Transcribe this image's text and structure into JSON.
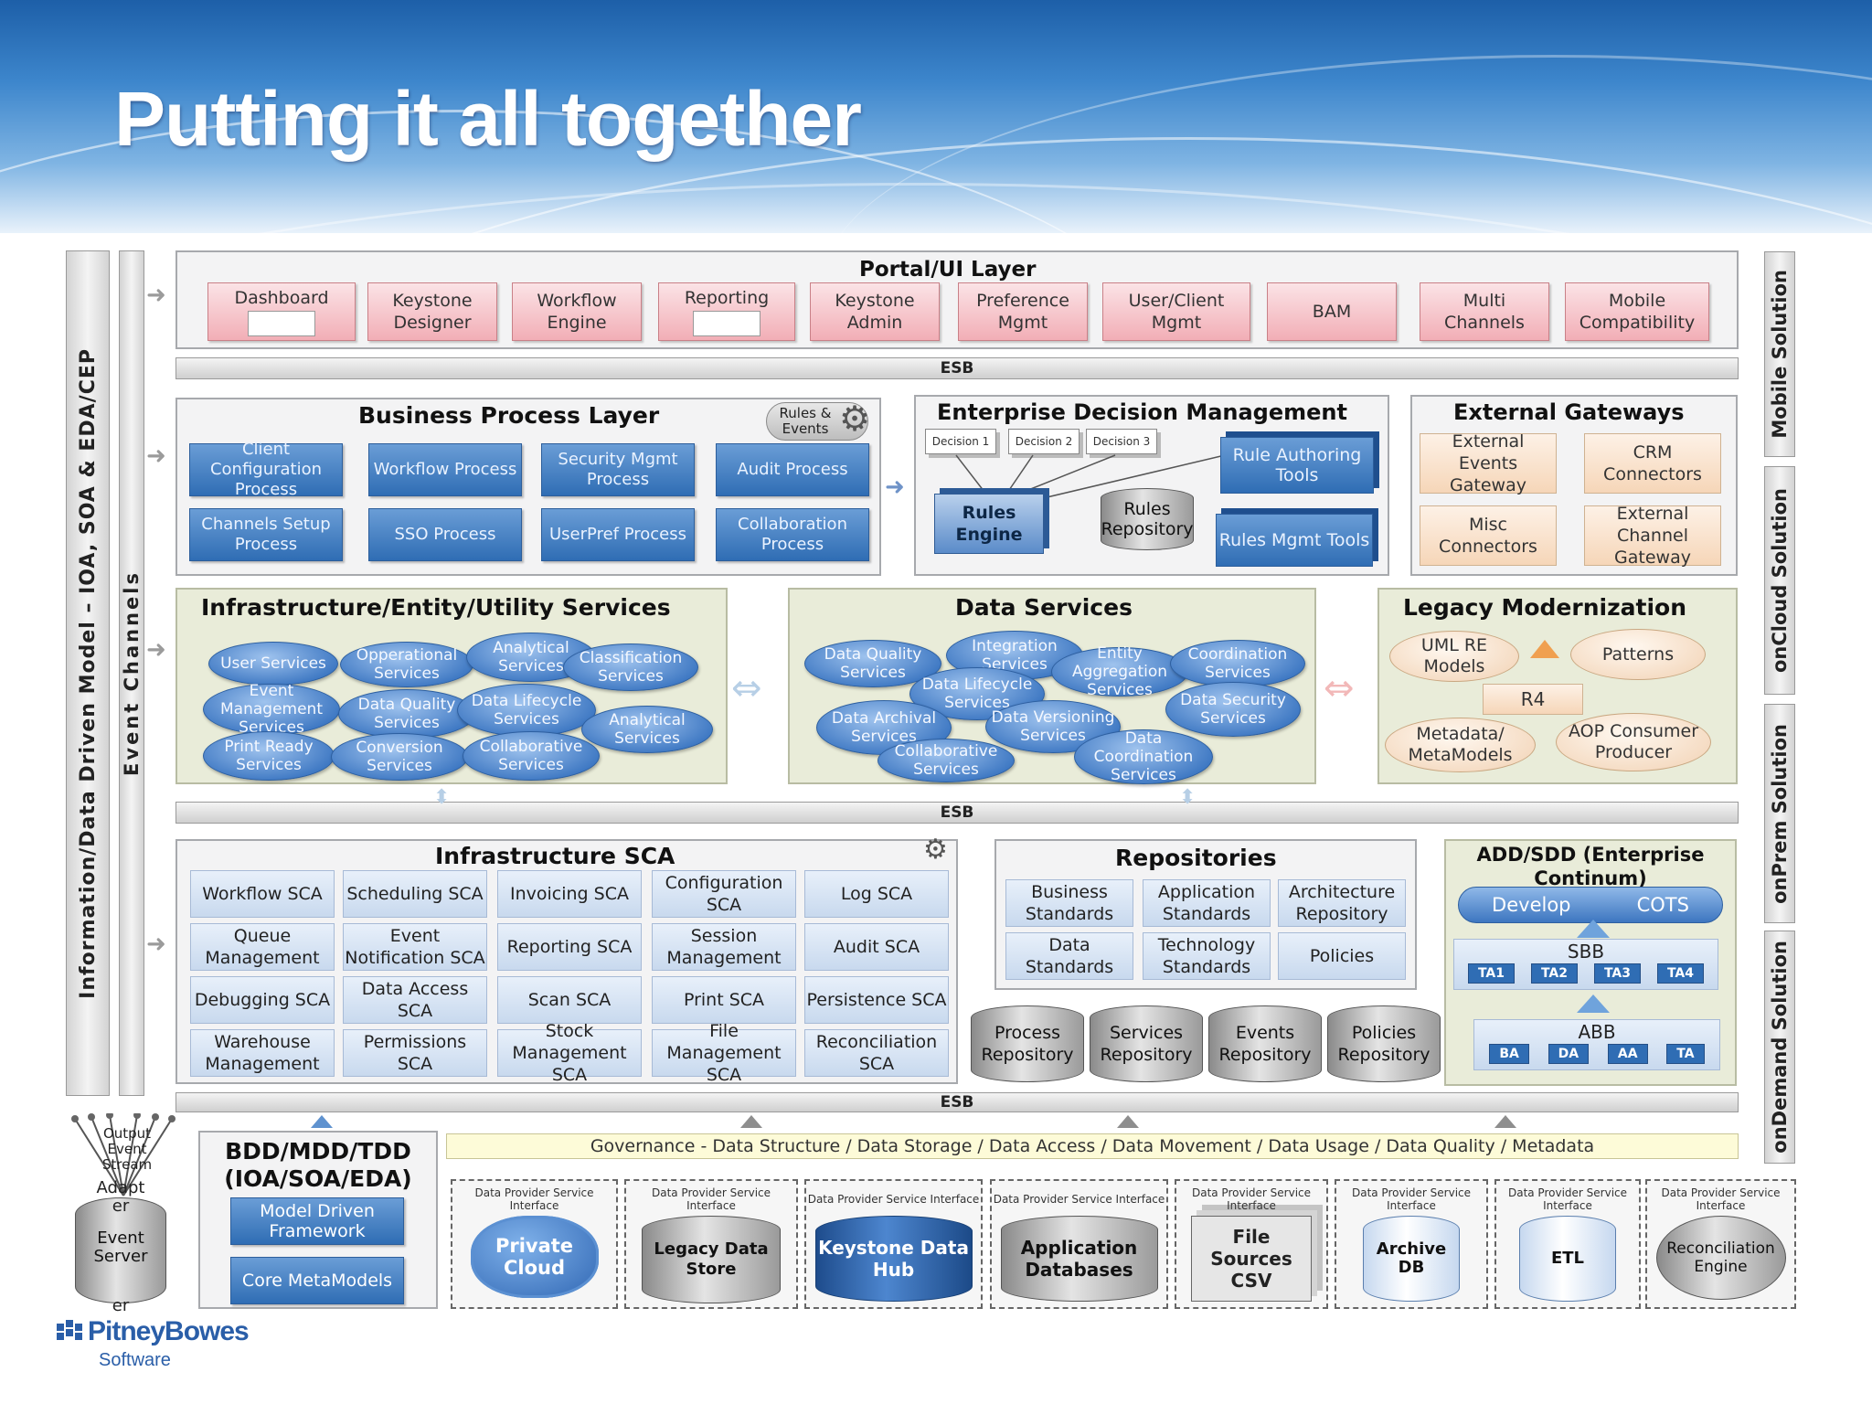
{
  "title": "Putting it all together",
  "left_bars": {
    "outer": "Information/Data Driven Model – IOA, SOA & EDA/CEP",
    "inner": "Event Channels"
  },
  "right_bars": [
    "Mobile Solution",
    "onCloud Solution",
    "onPrem Solution",
    "onDemand Solution"
  ],
  "esb_label": "ESB",
  "portal": {
    "title": "Portal/UI Layer",
    "items": [
      "Dashboard",
      "Keystone Designer",
      "Workflow Engine",
      "Reporting",
      "Keystone Admin",
      "Preference Mgmt",
      "User/Client Mgmt",
      "BAM",
      "Multi Channels",
      "Mobile Compatibility"
    ]
  },
  "bpl": {
    "title": "Business Process Layer",
    "badge": "Rules & Events",
    "items": [
      "Client Configuration Process",
      "Workflow Process",
      "Security Mgmt Process",
      "Audit Process",
      "Channels Setup Process",
      "SSO Process",
      "UserPref Process",
      "Collaboration Process"
    ]
  },
  "edm": {
    "title": "Enterprise Decision Management",
    "decisions": [
      "Decision 1",
      "Decision 2",
      "Decision 3"
    ],
    "rules_engine": "Rules Engine",
    "rules_repository": "Rules Repository",
    "rule_authoring": "Rule Authoring Tools",
    "rules_mgmt": "Rules Mgmt Tools"
  },
  "ext": {
    "title": "External Gateways",
    "items": [
      "External Events Gateway",
      "CRM Connectors",
      "Misc Connectors",
      "External Channel Gateway"
    ]
  },
  "infra": {
    "title": "Infrastructure/Entity/Utility Services",
    "items": [
      "User Services",
      "Opperational Services",
      "Analytical Services",
      "Classification Services",
      "Event Management Services",
      "Data Quality Services",
      "Data Lifecycle Services",
      "Analytical Services",
      "Print Ready Services",
      "Conversion Services",
      "Collaborative Services"
    ]
  },
  "ds": {
    "title": "Data Services",
    "items": [
      "Data Quality Services",
      "Integration Services",
      "Entity Aggregation Services",
      "Coordination Services",
      "Data Lifecycle Services",
      "Data Archival Services",
      "Data Versioning Services",
      "Data Security Services",
      "Collaborative Services",
      "Data Coordination Services"
    ]
  },
  "legacy": {
    "title": "Legacy Modernization",
    "items": [
      "UML RE Models",
      "Patterns",
      "R4",
      "Metadata/ MetaModels",
      "AOP Consumer Producer"
    ]
  },
  "sca": {
    "title": "Infrastructure SCA",
    "items": [
      "Workflow SCA",
      "Scheduling SCA",
      "Invoicing SCA",
      "Configuration SCA",
      "Log SCA",
      "Queue Management",
      "Event Notification SCA",
      "Reporting SCA",
      "Session Management",
      "Audit SCA",
      "Debugging SCA",
      "Data Access SCA",
      "Scan SCA",
      "Print SCA",
      "Persistence SCA",
      "Warehouse Management",
      "Permissions SCA",
      "Stock Management SCA",
      "File Management SCA",
      "Reconciliation SCA"
    ]
  },
  "repos": {
    "title": "Repositories",
    "items": [
      "Business Standards",
      "Application Standards",
      "Architecture Repository",
      "Data Standards",
      "Technology Standards",
      "Policies"
    ],
    "cylinders": [
      "Process Repository",
      "Services Repository",
      "Events Repository",
      "Policies Repository"
    ]
  },
  "add": {
    "title": "ADD/SDD (Enterprise Continum)",
    "develop": "Develop",
    "cots": "COTS",
    "sbb": "SBB",
    "sbb_items": [
      "TA1",
      "TA2",
      "TA3",
      "TA4"
    ],
    "abb": "ABB",
    "abb_items": [
      "BA",
      "DA",
      "AA",
      "TA"
    ]
  },
  "governance": "Governance - Data Structure / Data Storage / Data Access / Data Movement / Data Usage / Data Quality / Metadata",
  "bdd": {
    "title": "BDD/MDD/TDD (IOA/SOA/EDA)",
    "items": [
      "Model Driven Framework",
      "Core MetaModels"
    ]
  },
  "event_server": {
    "stream": "Output Event Stream",
    "adapter_top": "Adapt er",
    "label": "Event Server",
    "adapter_bottom": "er"
  },
  "providers": {
    "header": "Data Provider Service Interface",
    "items": [
      "Private Cloud",
      "Legacy Data Store",
      "Keystone Data Hub",
      "Application Databases",
      "File Sources CSV",
      "Archive DB",
      "ETL",
      "Reconciliation Engine"
    ]
  },
  "logo": {
    "name": "PitneyBowes",
    "sub": "Software"
  },
  "colors": {
    "header_blue": "#2f72bd",
    "portal_pink": "#f2aeb6",
    "process_blue": "#2f6db4",
    "services_green": "#e9ecd9",
    "governance_yellow": "#fdfbd8"
  }
}
